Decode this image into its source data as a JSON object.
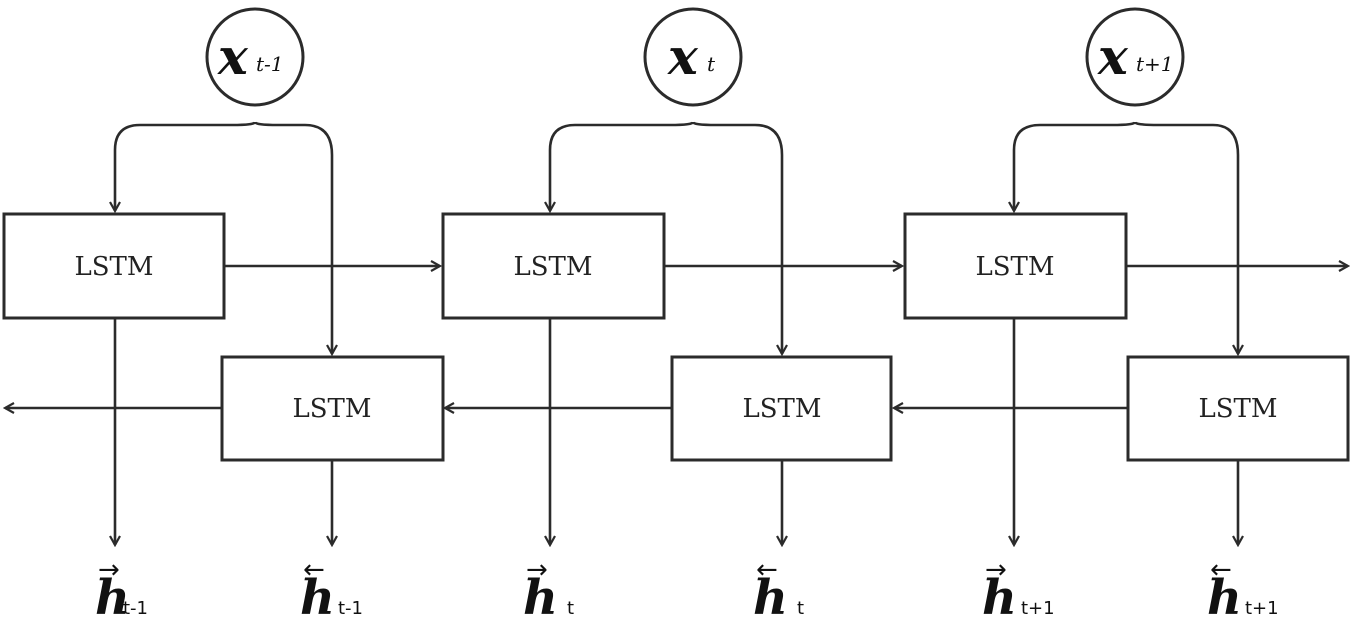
{
  "cell_label": "LSTM",
  "inputs": [
    {
      "main": "x",
      "sub": "t-1"
    },
    {
      "main": "x",
      "sub": "t"
    },
    {
      "main": "x",
      "sub": "t+1"
    }
  ],
  "outputs": [
    {
      "main": "h",
      "arrow": "→",
      "sub": "t-1"
    },
    {
      "main": "h",
      "arrow": "←",
      "sub": "t-1"
    },
    {
      "main": "h",
      "arrow": "→",
      "sub": "t"
    },
    {
      "main": "h",
      "arrow": "←",
      "sub": "t"
    },
    {
      "main": "h",
      "arrow": "→",
      "sub": "t+1"
    },
    {
      "main": "h",
      "arrow": "←",
      "sub": "t+1"
    }
  ]
}
